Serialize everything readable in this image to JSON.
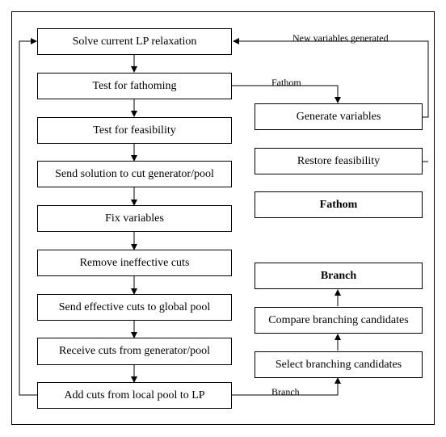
{
  "left_column": {
    "solve_lp": "Solve current LP relaxation",
    "test_fathoming": "Test for fathoming",
    "test_feasibility": "Test for feasibility",
    "send_solution": "Send solution to cut generator/pool",
    "fix_variables": "Fix variables",
    "remove_cuts": "Remove ineffective cuts",
    "send_effective_cuts": "Send effective cuts to global pool",
    "receive_cuts": "Receive cuts from generator/pool",
    "add_cuts": "Add cuts from local pool to LP"
  },
  "right_column": {
    "generate_variables": "Generate variables",
    "restore_feasibility": "Restore feasibility",
    "fathom": "Fathom",
    "branch": "Branch",
    "compare_candidates": "Compare branching candidates",
    "select_candidates": "Select branching candidates"
  },
  "edge_labels": {
    "new_variables": "New variables generated",
    "fathom": "Fathom",
    "branch": "Branch"
  }
}
